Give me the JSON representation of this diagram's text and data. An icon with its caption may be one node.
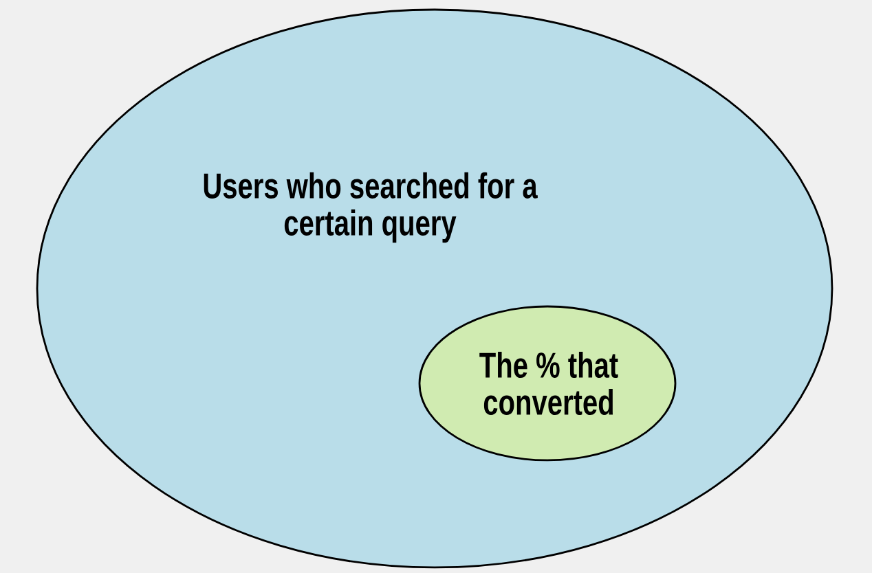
{
  "diagram": {
    "nodes": [
      {
        "text": [
          "Users who searched for a certain query"
        ]
      },
      {
        "text": [
          "The % that converted"
        ],
        "in": 0
      }
    ]
  }
}
